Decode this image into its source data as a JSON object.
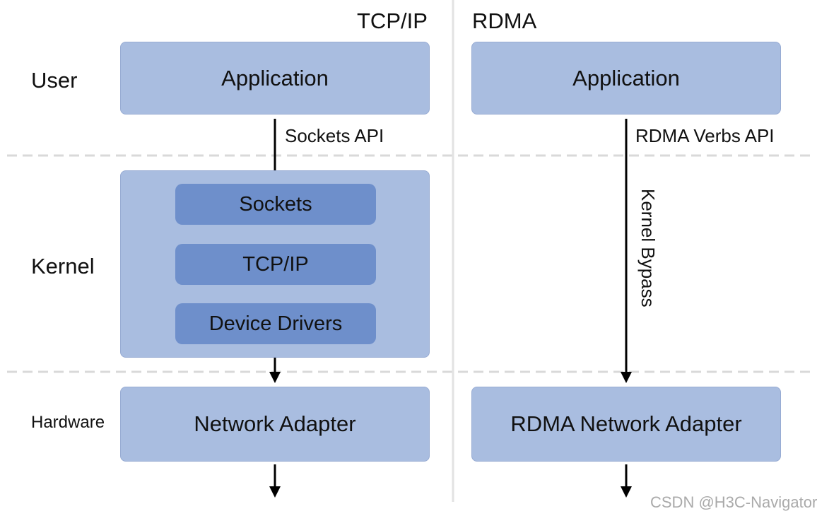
{
  "columns": {
    "tcpip": {
      "title": "TCP/IP",
      "application": "Application",
      "api": "Sockets API",
      "kernel_stack": [
        "Sockets",
        "TCP/IP",
        "Device Drivers"
      ],
      "adapter": "Network Adapter"
    },
    "rdma": {
      "title": "RDMA",
      "application": "Application",
      "api": "RDMA Verbs API",
      "bypass": "Kernel Bypass",
      "adapter": "RDMA Network Adapter"
    }
  },
  "layers": {
    "user": "User",
    "kernel": "Kernel",
    "hardware": "Hardware"
  },
  "watermark": "CSDN @H3C-Navigator",
  "colors": {
    "box_fill": "#a9bde0",
    "inner_box_fill": "#6e8fcb",
    "divider": "#d9d9d9",
    "arrow": "#000000"
  }
}
